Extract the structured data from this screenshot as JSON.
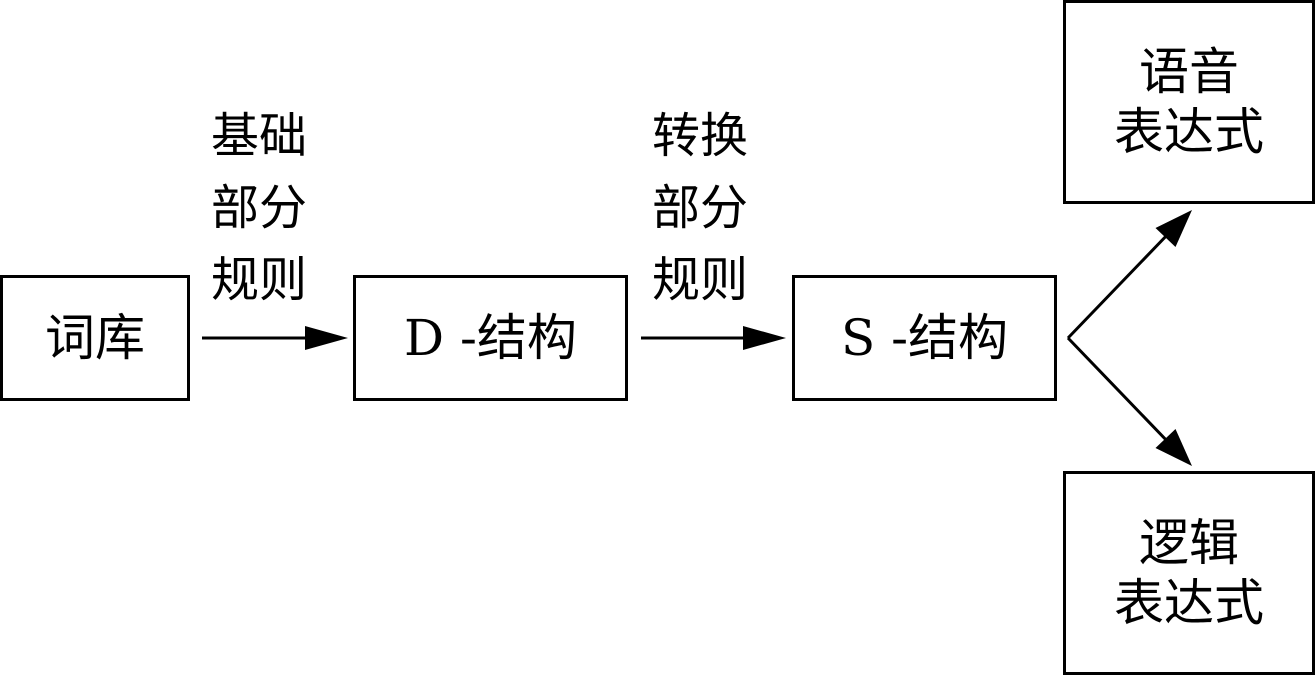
{
  "nodes": {
    "lexicon": "词库",
    "d_structure": "D -结构",
    "s_structure": "S -结构",
    "phonetic_form": "语音\n表达式",
    "logical_form": "逻辑\n表达式"
  },
  "edges": {
    "base_rules": "基础\n部分\n规则",
    "transform_rules": "转换\n部分\n规则"
  }
}
